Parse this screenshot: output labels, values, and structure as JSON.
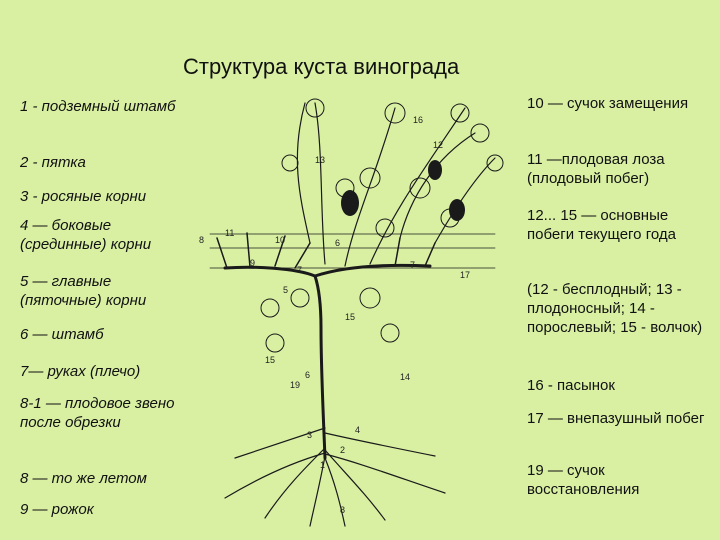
{
  "title": "Структура куста винограда",
  "legend_left": [
    "1 - подземный штамб",
    "2 - пятка",
    "3 - росяные корни",
    " 4 — боковые (срединные) корни",
    "5 — главные (пяточные) корни",
    "6 — штамб",
    "7— рукаx (плечо)",
    "8-1 — плодовое звено после обрезки",
    "8 — то же летом",
    "9 — рожок"
  ],
  "legend_right": [
    "10 — сучок замещения",
    "11 —плодовая лоза (плодовый побег)",
    "12... 15 — основные побеги текущего года",
    "(12 - бесплодный; 13 - плодоносный; 14 - порослевый; 15 - волчок)",
    "16 - пасынок",
    "17 — внепазушный побег",
    "19 — сучок восстановления"
  ],
  "diagram_numbers": [
    "8",
    "11",
    "10",
    "6",
    "13",
    "16",
    "12",
    "9",
    "7",
    "5",
    "6",
    "7",
    "17",
    "15",
    "15",
    "19",
    "14",
    "4",
    "3",
    "2",
    "1",
    "8"
  ],
  "colors": {
    "background": "#d9f0a3",
    "ink": "#1a1a1a"
  }
}
